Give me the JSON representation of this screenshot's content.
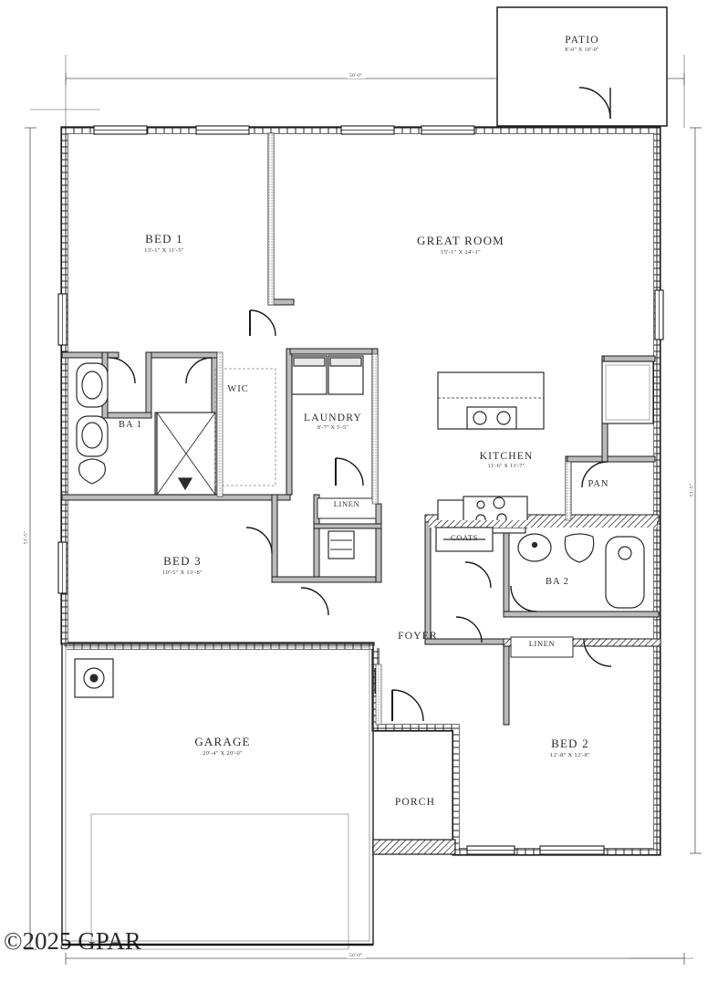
{
  "document": {
    "type": "residential-floor-plan",
    "watermark": "©2025 GPAR"
  },
  "dimensions": {
    "top_overall": "50'-0\"",
    "bottom_overall": "50'-0\"",
    "left_overall": "53'-5\"",
    "right_overall": "53'-5\""
  },
  "rooms": [
    {
      "key": "patio",
      "name": "PATIO",
      "dim": "8'-0\" X 10'-0\""
    },
    {
      "key": "bed1",
      "name": "BED 1",
      "dim": "13'-1\" X 11'-5\""
    },
    {
      "key": "great_room",
      "name": "GREAT ROOM",
      "dim": "15'-1\" X 24'-1\""
    },
    {
      "key": "wic",
      "name": "WIC",
      "dim": ""
    },
    {
      "key": "ba1",
      "name": "BA 1",
      "dim": ""
    },
    {
      "key": "laundry",
      "name": "LAUNDRY",
      "dim": "8'-7\" X 5'-5\""
    },
    {
      "key": "kitchen",
      "name": "KITCHEN",
      "dim": "11'-6\" X 13'-7\""
    },
    {
      "key": "pan",
      "name": "PAN",
      "dim": ""
    },
    {
      "key": "linen1",
      "name": "LINEN",
      "dim": ""
    },
    {
      "key": "coats",
      "name": "COATS",
      "dim": ""
    },
    {
      "key": "ba2",
      "name": "BA 2",
      "dim": ""
    },
    {
      "key": "linen2",
      "name": "LINEN",
      "dim": ""
    },
    {
      "key": "bed3",
      "name": "BED 3",
      "dim": "10'-5\" X 13'-8\""
    },
    {
      "key": "foyer",
      "name": "FOYER",
      "dim": ""
    },
    {
      "key": "garage",
      "name": "GARAGE",
      "dim": "20'-4\" X 20'-0\""
    },
    {
      "key": "bed2",
      "name": "BED 2",
      "dim": "12'-8\" X 12'-8\""
    },
    {
      "key": "porch",
      "name": "PORCH",
      "dim": ""
    }
  ],
  "colors": {
    "wall": "#1a1a1a",
    "line": "#2b2b2b",
    "fixture": "#333333",
    "dimension": "#555555",
    "background": "#ffffff"
  }
}
